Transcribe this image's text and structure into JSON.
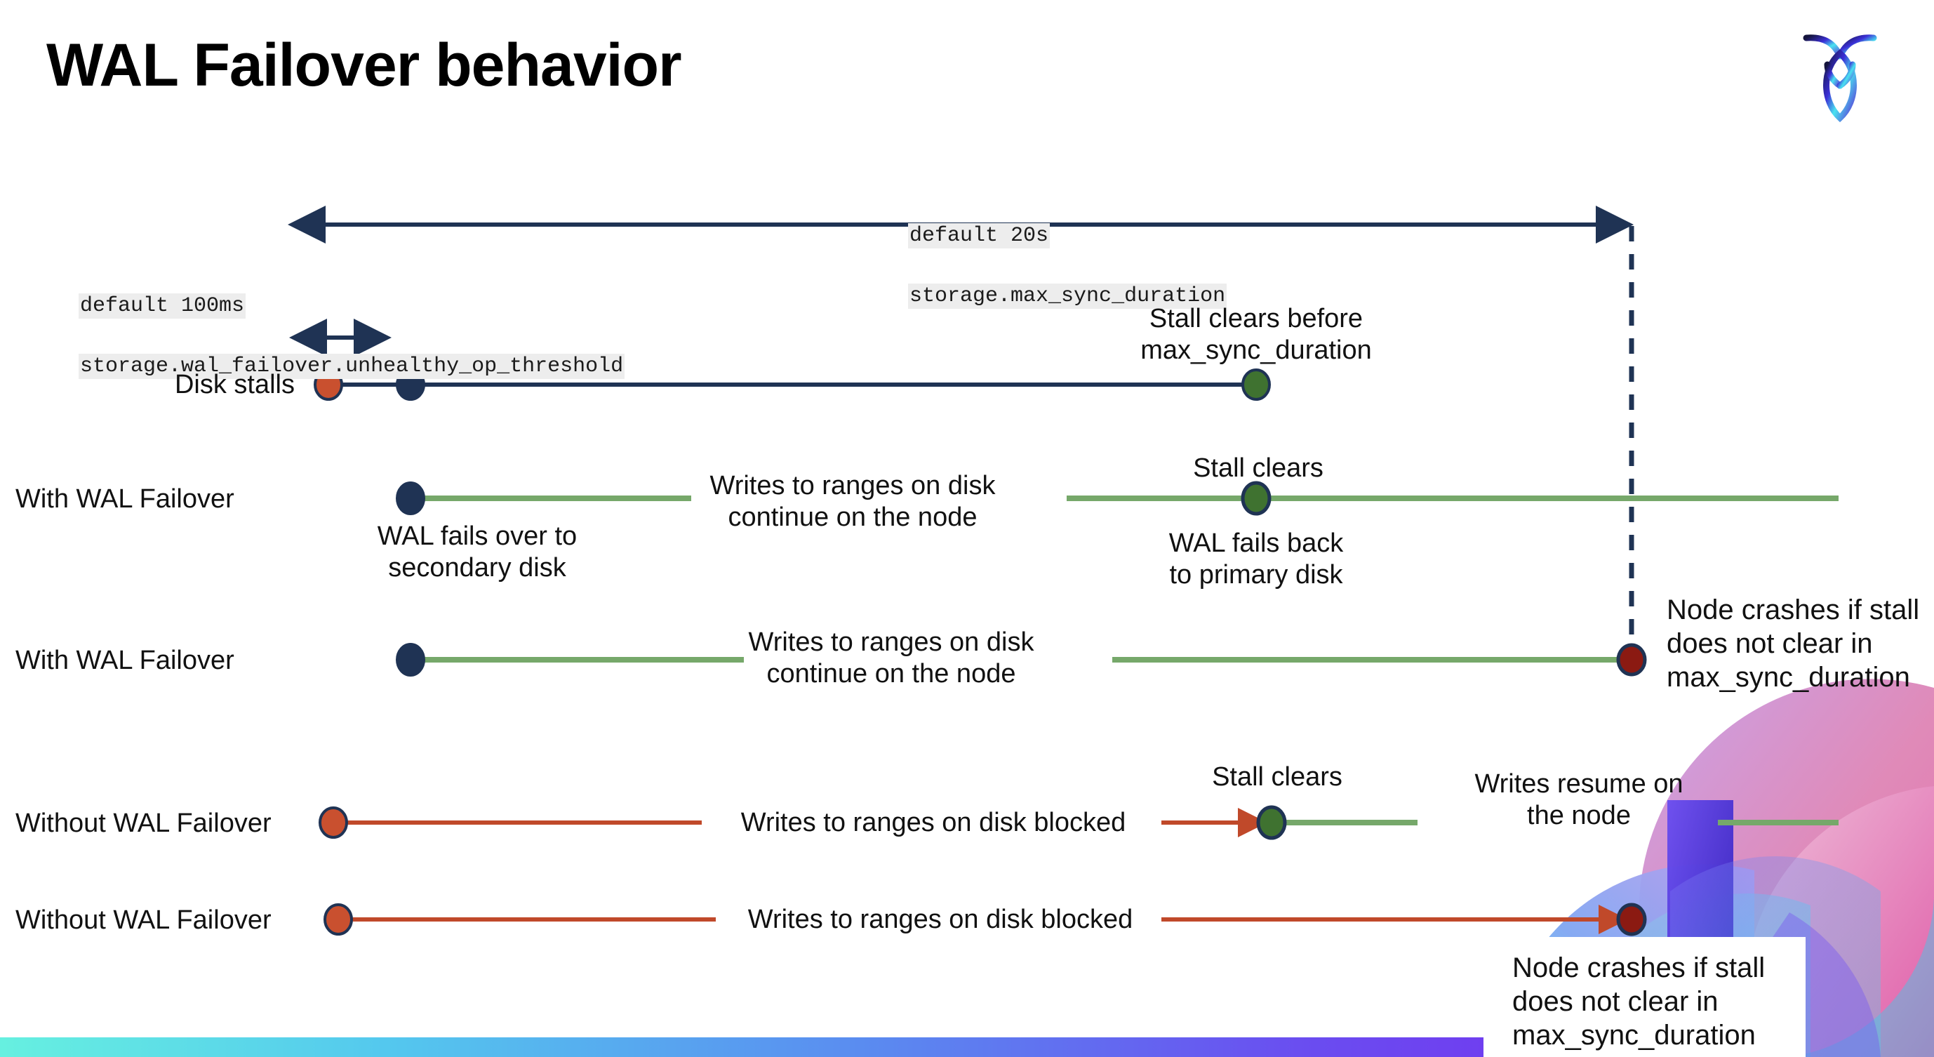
{
  "slide": {
    "title": "WAL Failover behavior",
    "logo_name": "cockroachdb-logo"
  },
  "colors": {
    "navy": "#1f3354",
    "green_line": "#76a86a",
    "green_dot": "#3f7230",
    "red_line": "#c0492a",
    "orange_dot": "#c9502f",
    "dark_red_dot": "#8b1a12",
    "chip_bg": "#ededed",
    "bar_gradient_start": "#66f0e0",
    "bar_gradient_end": "#6f3ff0"
  },
  "settings": {
    "max_sync": {
      "default": "default 20s",
      "name": "storage.max_sync_duration"
    },
    "unhealthy_op": {
      "default": "default 100ms",
      "name": "storage.wal_failover.unhealthy_op_threshold"
    }
  },
  "rows": [
    {
      "label": "Disk stalls"
    },
    {
      "label": "With WAL Failover"
    },
    {
      "label": "With WAL Failover"
    },
    {
      "label": "Without WAL Failover"
    },
    {
      "label": "Without WAL Failover"
    }
  ],
  "annotations": {
    "stall_clears_before": "Stall clears before\nmax_sync_duration",
    "stall_clears_1": "Stall clears",
    "stall_clears_2": "Stall clears",
    "wal_fails_over": "WAL fails over to\nsecondary disk",
    "wal_fails_back": "WAL fails  back\nto primary disk",
    "writes_continue_1": "Writes to ranges on disk\ncontinue on the node",
    "writes_continue_2": "Writes to ranges on disk\ncontinue on the node",
    "writes_blocked_1": "Writes to ranges on disk  blocked",
    "writes_blocked_2": "Writes to ranges on disk  blocked",
    "writes_resume": "Writes resume on\nthe node",
    "node_crashes_1": "Node crashes if stall\ndoes not clear in\nmax_sync_duration",
    "node_crashes_2": "Node crashes if stall\ndoes not clear in\nmax_sync_duration"
  },
  "chart_data": {
    "type": "timeline",
    "title": "WAL Failover behavior",
    "x_axis": {
      "t0": 468,
      "t_failover": 585,
      "t_clear": 1790,
      "t_max_sync": 2325,
      "right_edge": 2620
    },
    "spans": [
      {
        "name": "unhealthy_op_threshold",
        "from": 455,
        "to": 555,
        "y": 480,
        "arrows": "both",
        "color": "#1f3354"
      },
      {
        "name": "max_sync_duration",
        "from": 455,
        "to": 2325,
        "y": 320,
        "arrows": "both",
        "color": "#1f3354"
      }
    ],
    "series": [
      {
        "name": "Disk stalls",
        "y": 548,
        "markers": [
          {
            "x": 468,
            "type": "stall-start",
            "color": "#c9502f"
          },
          {
            "x": 585,
            "type": "failover",
            "color": "#1f3354"
          },
          {
            "x": 1790,
            "type": "stall-clear",
            "color": "#3f7230"
          }
        ],
        "segments": [
          {
            "from": 468,
            "to": 1790,
            "color": "#1f3354",
            "style": "solid"
          }
        ]
      },
      {
        "name": "With WAL Failover (stall clears)",
        "y": 710,
        "markers": [
          {
            "x": 585,
            "type": "failover",
            "color": "#1f3354"
          },
          {
            "x": 1790,
            "type": "stall-clear",
            "color": "#3f7230"
          }
        ],
        "segments": [
          {
            "from": 585,
            "to": 985,
            "color": "#76a86a",
            "style": "solid"
          },
          {
            "from": 1520,
            "to": 2620,
            "color": "#76a86a",
            "style": "solid"
          }
        ]
      },
      {
        "name": "With WAL Failover (node crashes)",
        "y": 940,
        "markers": [
          {
            "x": 585,
            "type": "failover",
            "color": "#1f3354"
          },
          {
            "x": 2325,
            "type": "crash",
            "color": "#8b1a12"
          }
        ],
        "segments": [
          {
            "from": 585,
            "to": 1060,
            "color": "#76a86a",
            "style": "solid"
          },
          {
            "from": 1585,
            "to": 2325,
            "color": "#76a86a",
            "style": "solid"
          }
        ]
      },
      {
        "name": "Without WAL Failover (stall clears)",
        "y": 1172,
        "markers": [
          {
            "x": 475,
            "type": "stall-start",
            "color": "#c9502f"
          },
          {
            "x": 1812,
            "type": "stall-clear",
            "color": "#3f7230"
          }
        ],
        "segments": [
          {
            "from": 475,
            "to": 1000,
            "color": "#c0492a",
            "style": "solid"
          },
          {
            "from": 1655,
            "to": 1812,
            "color": "#c0492a",
            "style": "arrow"
          },
          {
            "from": 1812,
            "to": 2020,
            "color": "#76a86a",
            "style": "solid"
          },
          {
            "from": 2448,
            "to": 2620,
            "color": "#76a86a",
            "style": "solid"
          }
        ]
      },
      {
        "name": "Without WAL Failover (node crashes)",
        "y": 1310,
        "markers": [
          {
            "x": 482,
            "type": "stall-start",
            "color": "#c9502f"
          },
          {
            "x": 2325,
            "type": "crash",
            "color": "#8b1a12"
          }
        ],
        "segments": [
          {
            "from": 482,
            "to": 1020,
            "color": "#c0492a",
            "style": "solid"
          },
          {
            "from": 1655,
            "to": 2325,
            "color": "#c0492a",
            "style": "arrow"
          }
        ]
      }
    ],
    "connector": {
      "name": "max-sync-deadline",
      "x": 2325,
      "from_y": 320,
      "to_y": 940,
      "style": "dashed",
      "color": "#1f3354"
    }
  }
}
